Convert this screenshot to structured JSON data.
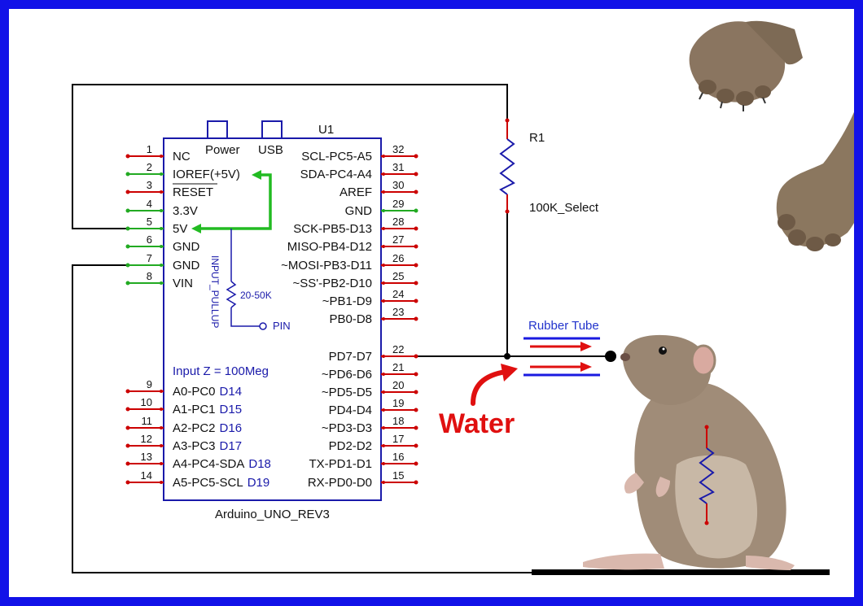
{
  "component": {
    "ref": "U1",
    "name": "Arduino_UNO_REV3",
    "top_labels": [
      "Power",
      "USB"
    ]
  },
  "left_pins": [
    {
      "num": "1",
      "label": "NC",
      "pin_color": "#cc0000"
    },
    {
      "num": "2",
      "label": "IOREF(+5V)",
      "pin_color": "#22aa22"
    },
    {
      "num": "3",
      "label": "RESET",
      "pin_color": "#cc0000",
      "overline": true
    },
    {
      "num": "4",
      "label": "3.3V",
      "pin_color": "#22aa22"
    },
    {
      "num": "5",
      "label": "5V",
      "pin_color": "#22aa22"
    },
    {
      "num": "6",
      "label": "GND",
      "pin_color": "#22aa22"
    },
    {
      "num": "7",
      "label": "GND",
      "pin_color": "#22aa22"
    },
    {
      "num": "8",
      "label": "VIN",
      "pin_color": "#22aa22"
    },
    {
      "num": "9",
      "label": "A0-PC0",
      "alt": "D14",
      "pin_color": "#cc0000"
    },
    {
      "num": "10",
      "label": "A1-PC1",
      "alt": "D15",
      "pin_color": "#cc0000"
    },
    {
      "num": "11",
      "label": "A2-PC2",
      "alt": "D16",
      "pin_color": "#cc0000"
    },
    {
      "num": "12",
      "label": "A3-PC3",
      "alt": "D17",
      "pin_color": "#cc0000"
    },
    {
      "num": "13",
      "label": "A4-PC4-SDA",
      "alt": "D18",
      "pin_color": "#cc0000"
    },
    {
      "num": "14",
      "label": "A5-PC5-SCL",
      "alt": "D19",
      "pin_color": "#cc0000"
    }
  ],
  "right_pins": [
    {
      "num": "32",
      "label": "SCL-PC5-A5",
      "pin_color": "#cc0000"
    },
    {
      "num": "31",
      "label": "SDA-PC4-A4",
      "pin_color": "#cc0000"
    },
    {
      "num": "30",
      "label": "AREF",
      "pin_color": "#cc0000"
    },
    {
      "num": "29",
      "label": "GND",
      "pin_color": "#22aa22"
    },
    {
      "num": "28",
      "label": "SCK-PB5-D13",
      "pin_color": "#cc0000"
    },
    {
      "num": "27",
      "label": "MISO-PB4-D12",
      "pin_color": "#cc0000"
    },
    {
      "num": "26",
      "label": "~MOSI-PB3-D11",
      "pin_color": "#cc0000"
    },
    {
      "num": "25",
      "label": "~SS'-PB2-D10",
      "pin_color": "#cc0000"
    },
    {
      "num": "24",
      "label": "~PB1-D9",
      "pin_color": "#cc0000"
    },
    {
      "num": "23",
      "label": "PB0-D8",
      "pin_color": "#cc0000"
    },
    {
      "num": "22",
      "label": "PD7-D7",
      "pin_color": "#cc0000"
    },
    {
      "num": "21",
      "label": "~PD6-D6",
      "pin_color": "#cc0000"
    },
    {
      "num": "20",
      "label": "~PD5-D5",
      "pin_color": "#cc0000"
    },
    {
      "num": "19",
      "label": "PD4-D4",
      "pin_color": "#cc0000"
    },
    {
      "num": "18",
      "label": "~PD3-D3",
      "pin_color": "#cc0000"
    },
    {
      "num": "17",
      "label": "PD2-D2",
      "pin_color": "#cc0000"
    },
    {
      "num": "16",
      "label": "TX-PD1-D1",
      "pin_color": "#cc0000"
    },
    {
      "num": "15",
      "label": "RX-PD0-D0",
      "pin_color": "#cc0000"
    }
  ],
  "annotations": {
    "input_pullup": "INPUT_PULLUP",
    "pullup_value": "20-50K",
    "pin_label": "PIN",
    "input_z": "Input Z = 100Meg",
    "resistor_ref": "R1",
    "resistor_value": "100K_Select",
    "rubber_tube": "Rubber Tube",
    "water": "Water"
  },
  "colors": {
    "frame": "#1212e8",
    "wire": "#000000",
    "schematic_blue": "#1a1aaa",
    "pullup_green": "#22bb22",
    "pin_red": "#cc0000",
    "water_red": "#e01010",
    "annotation_blue": "#2233cc"
  },
  "icons": [
    "cat-paw-icon",
    "cat-leg-icon",
    "rat-image"
  ]
}
